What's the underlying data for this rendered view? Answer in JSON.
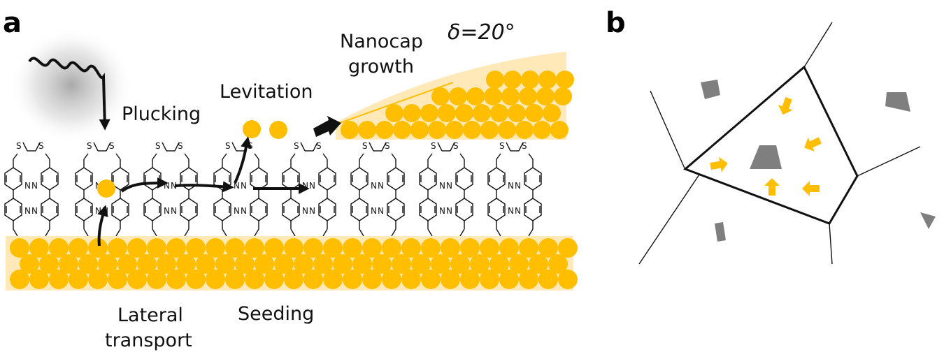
{
  "panel_a": {
    "letter": "a",
    "labels": {
      "plucking": "Plucking",
      "levitation": "Levitation",
      "nanocap_1": "Nanocap",
      "nanocap_2": "growth",
      "delta": "δ=20°",
      "lateral_1": "Lateral",
      "lateral_2": "transport",
      "seeding": "Seeding"
    },
    "atom_labels": {
      "sulfur": "S",
      "nitrogen": "N"
    }
  },
  "panel_b": {
    "letter": "b"
  },
  "colors": {
    "gold": "#FFBE00",
    "gold_light": "#FFE9B8",
    "glow": "#BDBDBD",
    "grain": "#7F7F7F",
    "line": "#111111"
  },
  "icons": [
    "light-wave-icon",
    "gold-atom-icon",
    "arrow-icon",
    "grain-icon",
    "inward-arrow-icon"
  ]
}
